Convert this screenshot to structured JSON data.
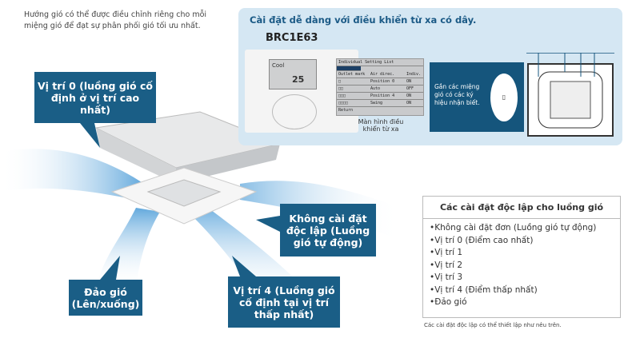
{
  "intro_text": "Hướng gió có thể được điều chỉnh riêng cho mỗi miệng gió để đạt sự phân phối gió tối ưu nhất.",
  "remote_panel": {
    "title": "Cài đặt dễ dàng với điều khiển từ xa có dây.",
    "model": "BRC1E63",
    "remote_display": {
      "mode": "Cool",
      "temp": "25"
    },
    "setting_screen": {
      "header": "Individual Setting List",
      "columns": [
        "Outlet mark",
        "Air direc.",
        "Indiv."
      ],
      "rows": [
        {
          "direction": "Position 0",
          "indiv": "ON"
        },
        {
          "direction": "Auto",
          "indiv": "OFF"
        },
        {
          "direction": "Position 4",
          "indiv": "ON"
        },
        {
          "direction": "Swing",
          "indiv": "ON"
        }
      ],
      "footer": "Return"
    },
    "screen_caption": "Màn hình điều khiển từ xa",
    "outlet_mark_text": "Gắn các miệng gió có các ký hiệu nhận biết."
  },
  "callouts": {
    "position0": "Vị trí 0 (luồng gió cố định ở vị trí cao nhất)",
    "auto": "Không cài đặt độc lập (Luồng gió tự động)",
    "swing": "Đảo gió (Lên/xuống)",
    "position4": "Vị trí 4 (Luồng gió cố định tại vị trí thấp nhất)"
  },
  "settings_table": {
    "title": "Các cài đặt độc lập cho luồng gió",
    "items": [
      "Không cài đặt đơn (Luồng gió tự động)",
      "Vị trí 0 (Điểm cao nhất)",
      "Vị trí 1",
      "Vị trí 2",
      "Vị trí 3",
      "Vị trí 4 (Điểm thấp nhất)",
      "Đảo gió"
    ],
    "footnote": "Các cài đặt độc lập có thể thiết lập như nêu trên."
  },
  "colors": {
    "callout": "#1a5e86",
    "panel": "#d5e7f3",
    "airflow": "#4a9fd8"
  }
}
